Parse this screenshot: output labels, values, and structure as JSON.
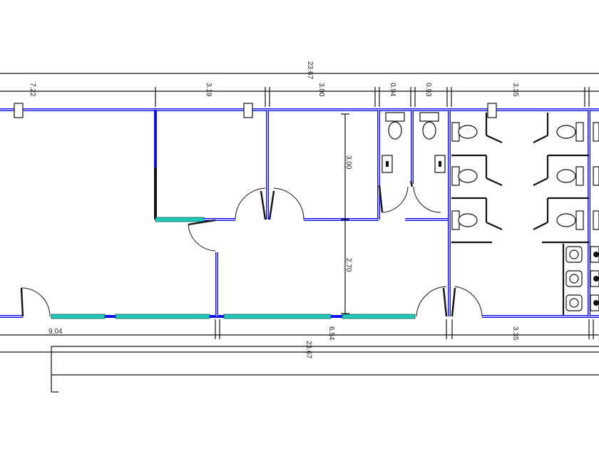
{
  "dimensions": {
    "top_total": "23.67",
    "top_segments": [
      "7.22",
      "3.19",
      "3.00",
      "0.94",
      "0.93",
      "3.35"
    ],
    "room_height_upper": "3.00",
    "room_height_lower": "2.70",
    "bottom_segments": [
      "9.04",
      "6.54",
      "3.35"
    ],
    "bottom_total": "23.67"
  }
}
